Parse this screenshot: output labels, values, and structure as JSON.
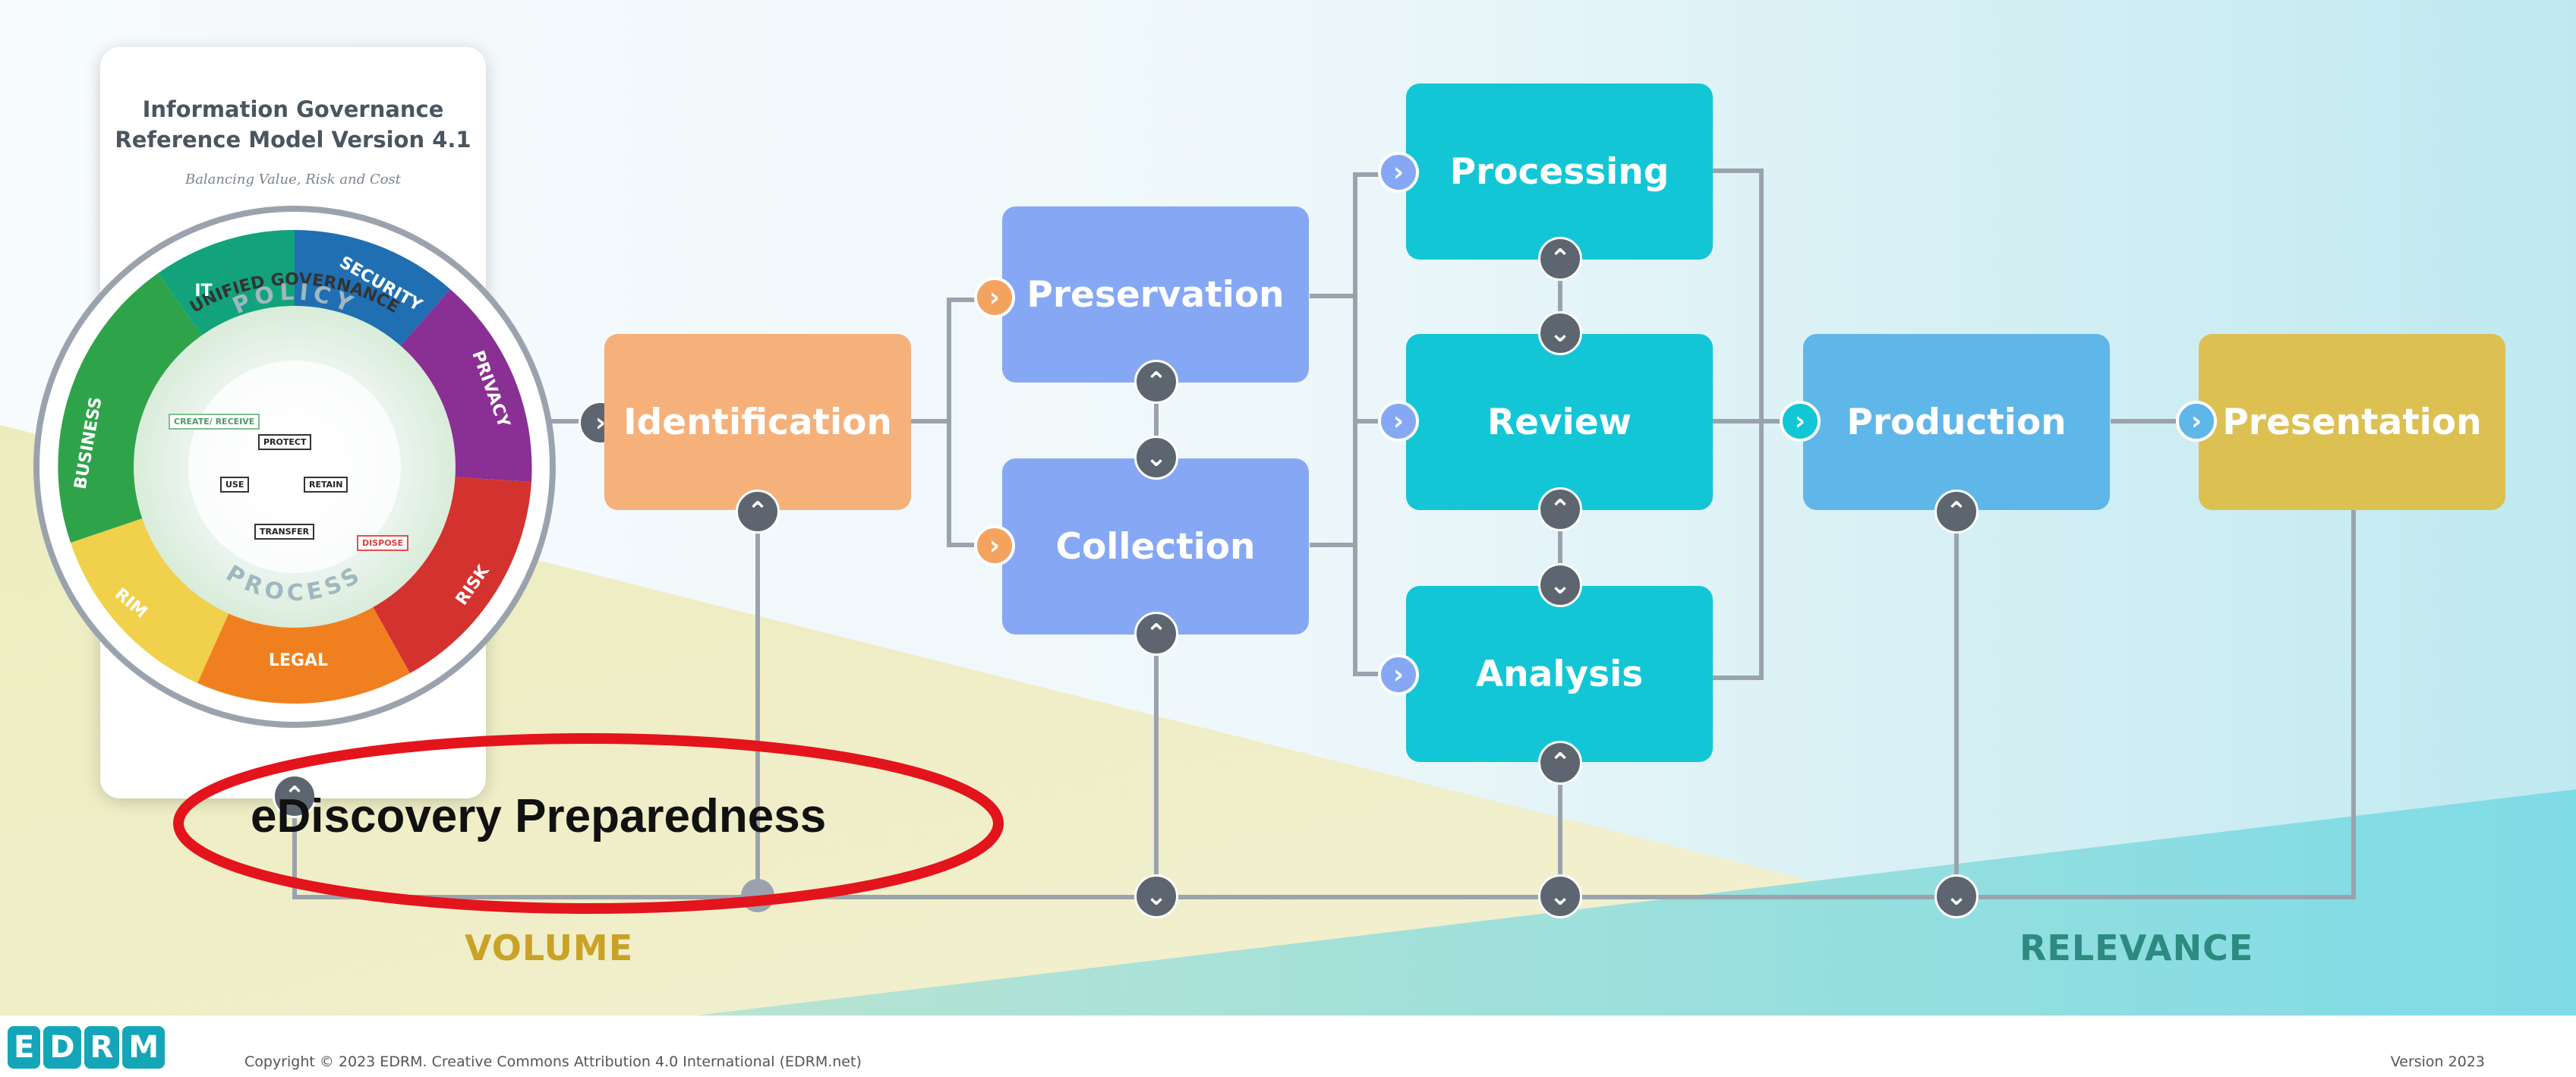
{
  "ig_model": {
    "title_line1": "Information Governance",
    "title_line2": "Reference Model Version 4.1",
    "subtitle": "Balancing Value, Risk and Cost",
    "arc_label": "UNIFIED GOVERNANCE",
    "segments": [
      "IT",
      "SECURITY",
      "PRIVACY",
      "RISK",
      "LEGAL",
      "RIM",
      "BUSINESS"
    ],
    "inner_top": "POLICY",
    "inner_bottom": "PROCESS",
    "lifecycle": [
      "CREATE/ RECEIVE",
      "PROTECT",
      "USE",
      "RETAIN",
      "TRANSFER",
      "DISPOSE"
    ]
  },
  "stages": {
    "identification": "Identification",
    "preservation": "Preservation",
    "collection": "Collection",
    "processing": "Processing",
    "review": "Review",
    "analysis": "Analysis",
    "production": "Production",
    "presentation": "Presentation"
  },
  "glyphs": {
    "right": "›",
    "up": "⌃",
    "down": "⌄"
  },
  "colors": {
    "identification": "#f6b07a",
    "preservation": "#86a8f4",
    "collection": "#86a8f4",
    "processing": "#12c6d6",
    "review": "#12c6d6",
    "analysis": "#12c6d6",
    "production": "#5fb6e8",
    "presentation": "#dcc052",
    "connector": "#9aa3ad"
  },
  "annotation": "eDiscovery Preparedness",
  "axis": {
    "left": "VOLUME",
    "right": "RELEVANCE"
  },
  "footer": {
    "logo": [
      "E",
      "D",
      "R",
      "M"
    ],
    "copyright": "Copyright © 2023 EDRM. Creative Commons Attribution 4.0 International (EDRM.net)",
    "version": "Version 2023"
  }
}
